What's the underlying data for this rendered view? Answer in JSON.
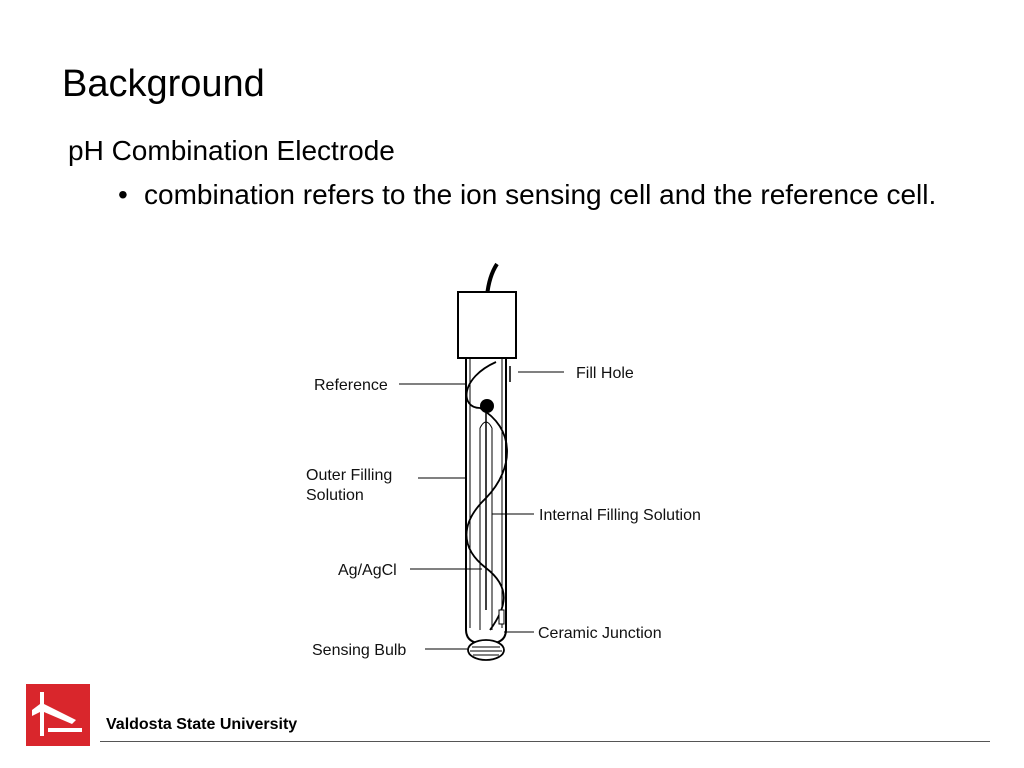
{
  "slide": {
    "title": "Background",
    "subtitle": "pH Combination Electrode",
    "bullet": {
      "symbol": "•",
      "text": "combination refers to the ion sensing cell and the reference cell."
    }
  },
  "diagram": {
    "labels": {
      "reference": "Reference",
      "fill_hole": "Fill Hole",
      "outer_filling_line1": "Outer Filling",
      "outer_filling_line2": "Solution",
      "internal_filling": "Internal Filling Solution",
      "ag_agcl": "Ag/AgCl",
      "ceramic_junction": "Ceramic Junction",
      "sensing_bulb": "Sensing Bulb"
    }
  },
  "footer": {
    "institution": "Valdosta State University",
    "logo_color": "#d9262c"
  }
}
